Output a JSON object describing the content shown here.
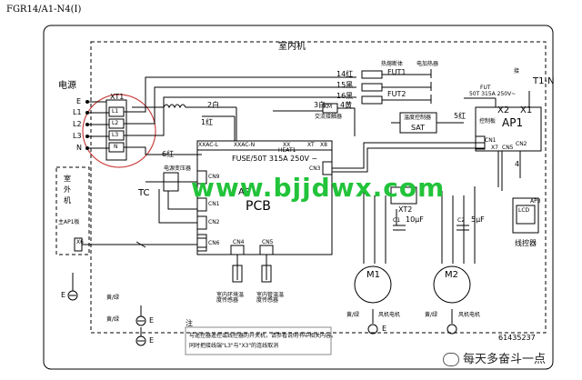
{
  "model_id": "FGR14/A1-N4(I)",
  "indoor_unit_label": "室内机",
  "power_label": "电源",
  "terminals": [
    "E",
    "L1",
    "L2",
    "L3",
    "N"
  ],
  "xt1_label": "XT1",
  "xt1_terms": [
    "L1",
    "L2",
    "L3",
    "N"
  ],
  "outdoor_unit_label": [
    "室",
    "外",
    "机"
  ],
  "outdoor_ap1_label": "主AP1板",
  "pcb_label": "PCB",
  "pcb_ap_label": "AP",
  "fuse_text": "FUSE/50T 315A 250V ~",
  "pcb_top_pins": [
    "XXAC-L",
    "XXAC-N",
    "XX",
    "XT",
    "X8"
  ],
  "heat_pin": "HEAT1",
  "cn_labels": {
    "cn9": "CN9",
    "cn2": "CN2",
    "cn1": "CN1",
    "cn2b": "CN2",
    "cn6": "CN6",
    "cn3": "CN3",
    "cn4": "CN4",
    "cn5": "CN5",
    "x6": "X6",
    "x7": "X7"
  },
  "tc_label": "TC",
  "transformer_label": "电源变压器",
  "sensor_room": "室内环境温度传感器",
  "sensor_pipe": "室内管温温度传感器",
  "wire_numbers": [
    "14红",
    "15黑",
    "16黑",
    "3白",
    "4黄",
    "2白",
    "1红",
    "6红",
    "5红",
    "4"
  ],
  "fuse_fut1": "FUT1",
  "fuse_fut2": "FUT2",
  "heater_label": "电加热器",
  "heater_fuse_label": "热熔断体",
  "contactor_label": "交流接触器",
  "km_label": "KM",
  "sat_label": "SAT",
  "sat_desc": "温度控制器",
  "fut_right": "FUT",
  "fut_right_spec": "50T 315A 250V~",
  "t1n_label": "T1-N",
  "jie": "接",
  "ap1_label": "AP1",
  "ap1_desc": "控制板",
  "x1_label": "X1",
  "x2_label": "X2",
  "xt2_label": "XT2",
  "c1_label": "C1",
  "c1_value": "10μF",
  "c2_label": "C2",
  "c2_value": "5μF",
  "m1_label": "M1",
  "m2_label": "M2",
  "lcd_label": "LCD",
  "ap3_label": "AP3",
  "wire_controller": "线控器",
  "fan_motor_1": "风机电机",
  "fan_motor_2": "风机电机",
  "ground_label": "E",
  "color_green_yellow": "黄/绿",
  "note_title": "注",
  "note_line1": "与遥控器遥控或线控器的开关机，请参看说明书中相关内容。",
  "note_line2": "同时把接线端\"L3\"与\"X3\"的连线取消",
  "doc_number": "61435237",
  "watermark": "www.bjjdwx.com",
  "social_label": "每天多奋斗一点"
}
